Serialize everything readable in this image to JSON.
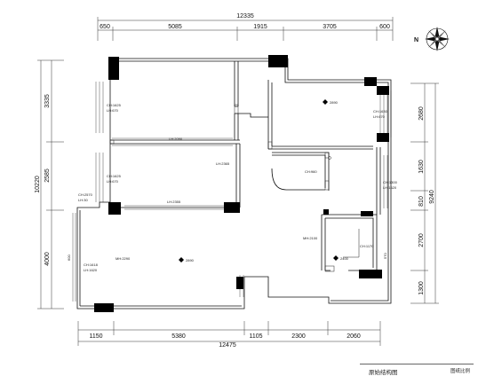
{
  "dimensions": {
    "top_total": "12335",
    "top_segments": [
      "650",
      "5085",
      "1915",
      "3705",
      "600"
    ],
    "bottom_total": "12475",
    "bottom_segments": [
      "1150",
      "5380",
      "1105",
      "2300",
      "2060"
    ],
    "left_total": "10220",
    "left_segments": [
      "3335",
      "2585",
      "4000"
    ],
    "right_total": "9240",
    "right_segments": [
      "2680",
      "1630",
      "810",
      "2700",
      "1300"
    ]
  },
  "labels": {
    "ch1": "CH:1625",
    "lh1": "LH:670",
    "ch2": "CH:1625",
    "lh2": "LH:670",
    "lh2090": "LH:2090",
    "lh2365": "LH:2365",
    "lh2355": "LH:2355",
    "ch2570": "CH:2570",
    "lh30": "LH:30",
    "mh2290": "MH:2290",
    "ch1618": "CH:1618",
    "lh1620": "LH:1620",
    "ch1630": "CH:1630",
    "lh670": "LH:670",
    "ch960": "CH:960",
    "ch1300": "CH:1300",
    "lh1620b": "LH:1620",
    "mh2100": "MH:2100",
    "ch1170": "CH:1170",
    "w570": "570",
    "left_w": "600",
    "elev_main": "2890",
    "elev_bed": "2890",
    "elev_wc": "2400"
  },
  "title": {
    "main": "原始结构图",
    "scale": "图纸比例"
  },
  "compass": {
    "letter": "N"
  }
}
